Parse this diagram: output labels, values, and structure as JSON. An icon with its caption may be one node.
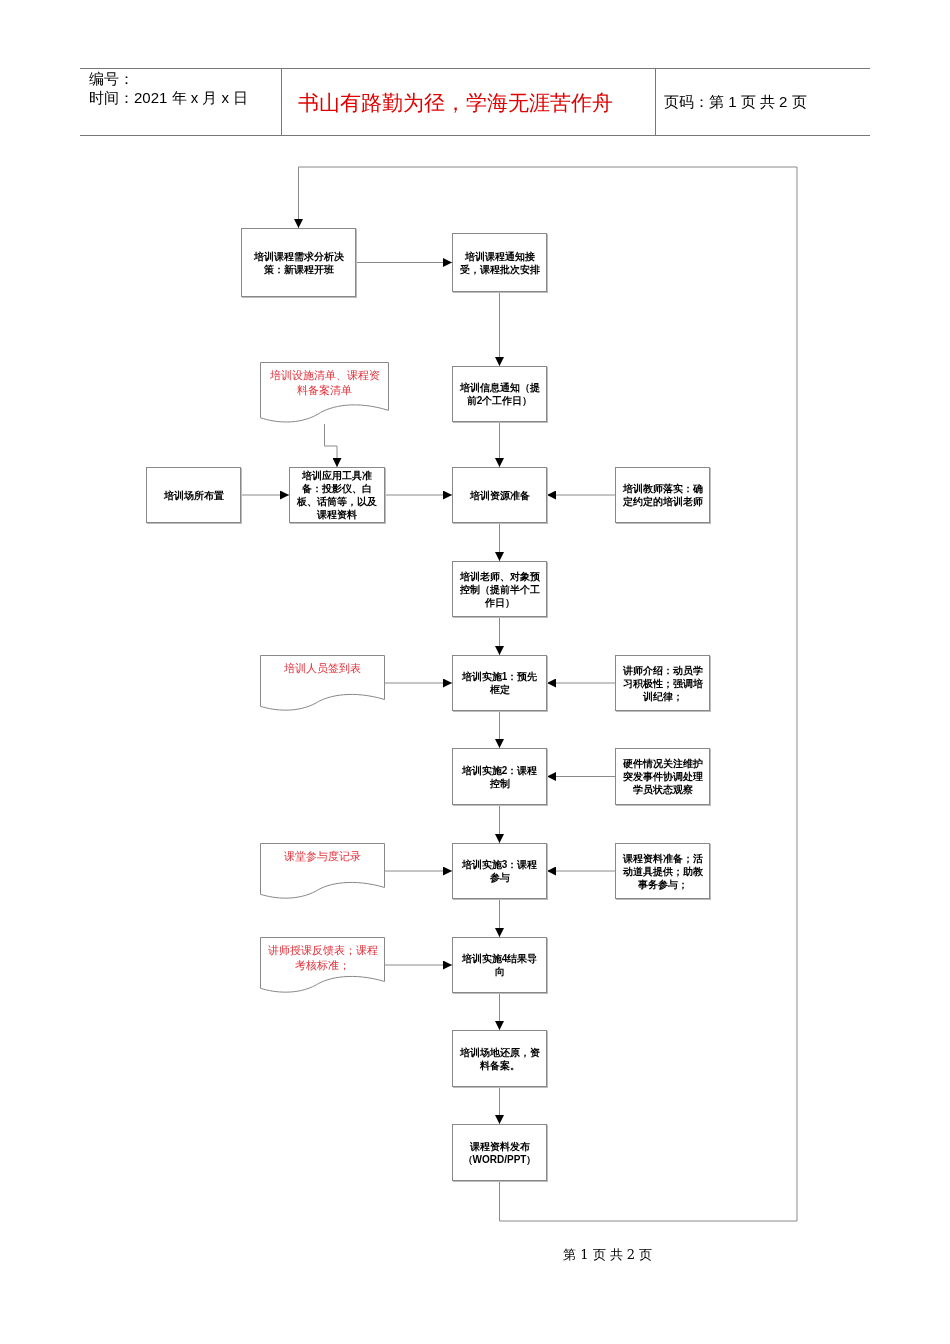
{
  "diagram": {
    "nodes": [
      {
        "text": [
          "培训课程需求分析决策：新课程开班"
        ]
      },
      {
        "text": [
          "培训课程通知接受，课程批次安排"
        ]
      },
      {
        "text": [
          "培训信息通知（提前2个工作日）"
        ]
      },
      {
        "text": [
          "培训设施清单、课程资料备案清单"
        ]
      },
      {
        "text": [
          "培训场所布置"
        ]
      },
      {
        "text": [
          "培训应用工具准备：投影仪、白板、话筒等，以及课程资料"
        ]
      },
      {
        "text": [
          "培训资源准备"
        ]
      },
      {
        "text": [
          "培训教师落实：确定约定的培训老师"
        ]
      },
      {
        "text": [
          "培训老师、对象预控制（提前半个工作日）"
        ]
      },
      {
        "text": [
          "培训人员签到表"
        ]
      },
      {
        "text": [
          "培训实施1：预先框定"
        ]
      },
      {
        "text": [
          "讲师介绍：动员学习积极性；强调培训纪律；"
        ]
      },
      {
        "text": [
          "培训实施2：课程控制"
        ]
      },
      {
        "text": [
          "硬件情况关注维护突发事件协调处理学员状态观察"
        ]
      },
      {
        "text": [
          "课堂参与度记录"
        ]
      },
      {
        "text": [
          "培训实施3：课程参与"
        ]
      },
      {
        "text": [
          "课程资料准备；活动道具提供；助教事务参与；"
        ]
      },
      {
        "text": [
          "讲师授课反馈表；课程考核标准；"
        ]
      },
      {
        "text": [
          "培训实施4结果导向"
        ]
      },
      {
        "text": [
          "培训场地还原，资料备案。"
        ]
      },
      {
        "text": [
          "课程资料发布（WORD/PPT）"
        ]
      }
    ],
    "edges": [
      {
        "from": 0,
        "to": 1,
        "arrow": "to"
      },
      {
        "from": 1,
        "to": 2,
        "arrow": "to"
      },
      {
        "from": 2,
        "to": 6,
        "arrow": "to"
      },
      {
        "from": 3,
        "to": 5,
        "arrow": "to"
      },
      {
        "from": 4,
        "to": 5,
        "arrow": "to"
      },
      {
        "from": 5,
        "to": 6,
        "arrow": "to"
      },
      {
        "from": 7,
        "to": 6,
        "arrow": "to"
      },
      {
        "from": 6,
        "to": 8,
        "arrow": "to"
      },
      {
        "from": 8,
        "to": 10,
        "arrow": "to"
      },
      {
        "from": 9,
        "to": 10,
        "arrow": "to"
      },
      {
        "from": 11,
        "to": 10,
        "arrow": "to"
      },
      {
        "from": 10,
        "to": 12,
        "arrow": "to"
      },
      {
        "from": 13,
        "to": 12,
        "arrow": "to"
      },
      {
        "from": 12,
        "to": 15,
        "arrow": "to"
      },
      {
        "from": 14,
        "to": 15,
        "arrow": "to"
      },
      {
        "from": 16,
        "to": 15,
        "arrow": "to"
      },
      {
        "from": 15,
        "to": 18,
        "arrow": "to"
      },
      {
        "from": 17,
        "to": 18,
        "arrow": "to"
      },
      {
        "from": 18,
        "to": 19,
        "arrow": "to"
      },
      {
        "from": 19,
        "to": 20,
        "arrow": "to"
      },
      {
        "from": 20,
        "to": 0,
        "arrow": "to"
      }
    ],
    "labels": [
      "编号：",
      "时间：2021 年 x 月 x 日",
      "书山有路勤为径，学海无涯苦作舟",
      "页码：第 1 页 共 2 页",
      "第 1 页 共 2 页"
    ]
  }
}
